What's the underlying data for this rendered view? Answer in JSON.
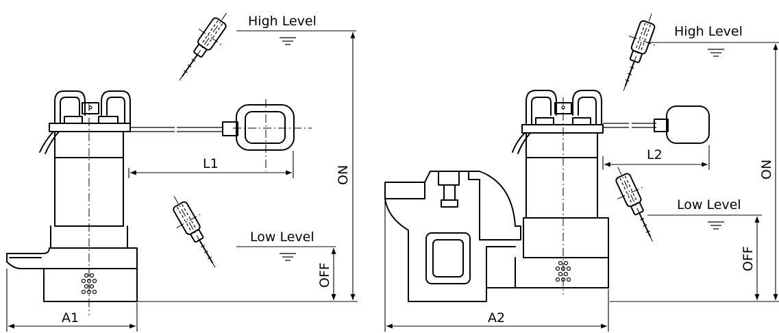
{
  "labels": {
    "high_level": "High Level",
    "low_level": "Low Level",
    "on": "ON",
    "off": "OFF",
    "a1": "A1",
    "a2": "A2",
    "l1": "L1",
    "l2": "L2"
  }
}
